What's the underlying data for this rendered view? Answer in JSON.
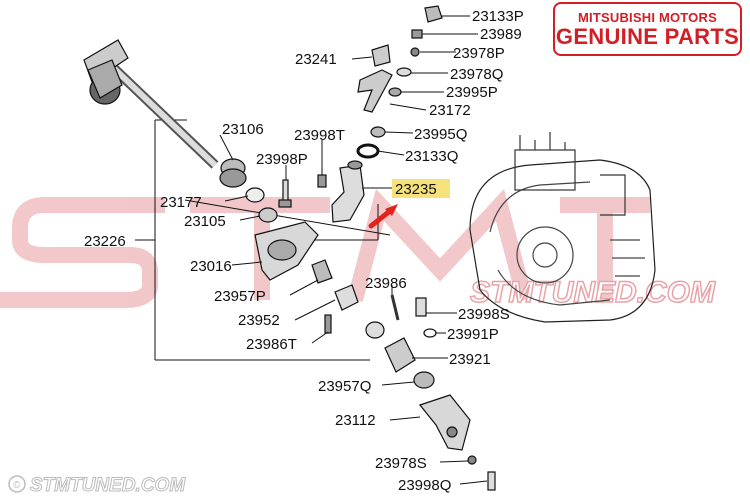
{
  "badge": {
    "line1": "MITSUBISHI MOTORS",
    "line2": "GENUINE PARTS"
  },
  "watermark": {
    "center": "STMTUNED.COM",
    "footer": "STMTUNED.COM"
  },
  "highlight": {
    "part": "23235",
    "color": "#f6e27a"
  },
  "colors": {
    "badge_red": "#d21e24",
    "watermark_red": "#e9a3a8",
    "arrow_red": "#e0241c"
  },
  "parts": {
    "p23133P": "23133P",
    "p23989": "23989",
    "p23978P": "23978P",
    "p23241": "23241",
    "p23978Q": "23978Q",
    "p23995P": "23995P",
    "p23172": "23172",
    "p23106": "23106",
    "p23998T": "23998T",
    "p23995Q": "23995Q",
    "p23133Q": "23133Q",
    "p23998P": "23998P",
    "p23235": "23235",
    "p23177": "23177",
    "p23105": "23105",
    "p23226": "23226",
    "p23016": "23016",
    "p23986": "23986",
    "p23957P": "23957P",
    "p23998S": "23998S",
    "p23952": "23952",
    "p23991P": "23991P",
    "p23986T": "23986T",
    "p23921": "23921",
    "p23957Q": "23957Q",
    "p23112": "23112",
    "p23978S": "23978S",
    "p23998Q": "23998Q"
  }
}
